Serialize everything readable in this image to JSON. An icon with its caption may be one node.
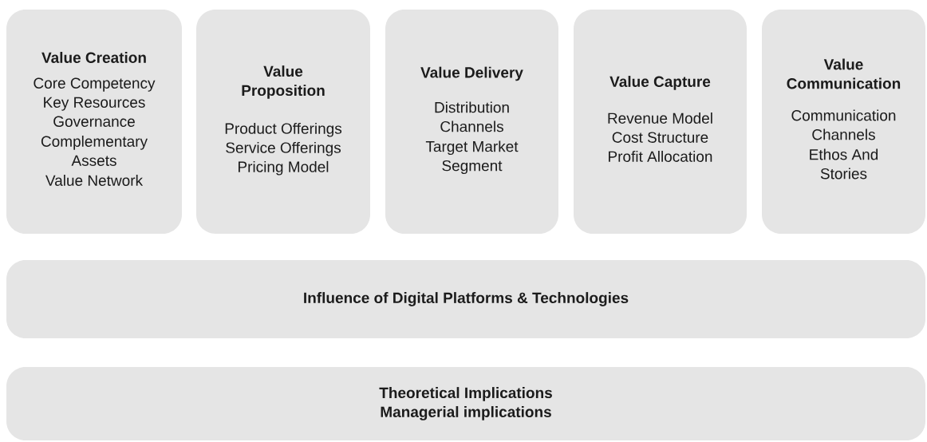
{
  "diagram": {
    "nodes": [
      {
        "text": [
          "Value Creation",
          "Core Competency",
          "Key Resources",
          "Governance",
          "Complementary Assets",
          "Value Network"
        ]
      },
      {
        "text": [
          "Value Proposition",
          "Product Offerings",
          "Service Offerings",
          "Pricing Model"
        ]
      },
      {
        "text": [
          "Value Delivery",
          "Distribution Channels",
          "Target Market Segment"
        ]
      },
      {
        "text": [
          "Value Capture",
          "Revenue Model",
          "Cost Structure",
          "Profit Allocation"
        ]
      },
      {
        "text": [
          "Value Communication",
          "Communication Channels",
          "Ethos And Stories"
        ]
      },
      {
        "text": [
          "Influence of Digital Platforms & Technologies"
        ]
      },
      {
        "text": [
          "Theoretical Implications",
          "Managerial implications"
        ]
      }
    ]
  }
}
